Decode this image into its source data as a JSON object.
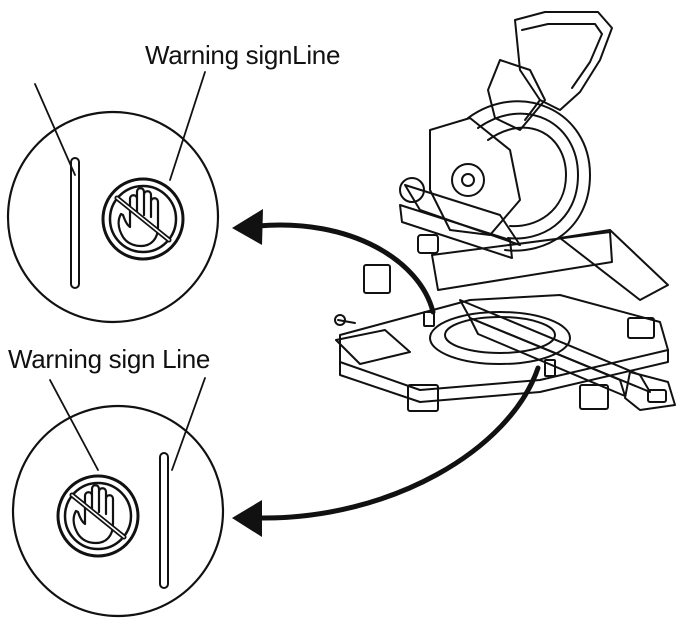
{
  "labels": {
    "top_callout": "Warning signLine",
    "bottom_callout": "Warning sign Line"
  },
  "icons": {
    "warning_sign": "no-hand-prohibition-icon",
    "line": "cut-line-mark"
  },
  "colors": {
    "ink": "#111111",
    "background": "#ffffff"
  }
}
